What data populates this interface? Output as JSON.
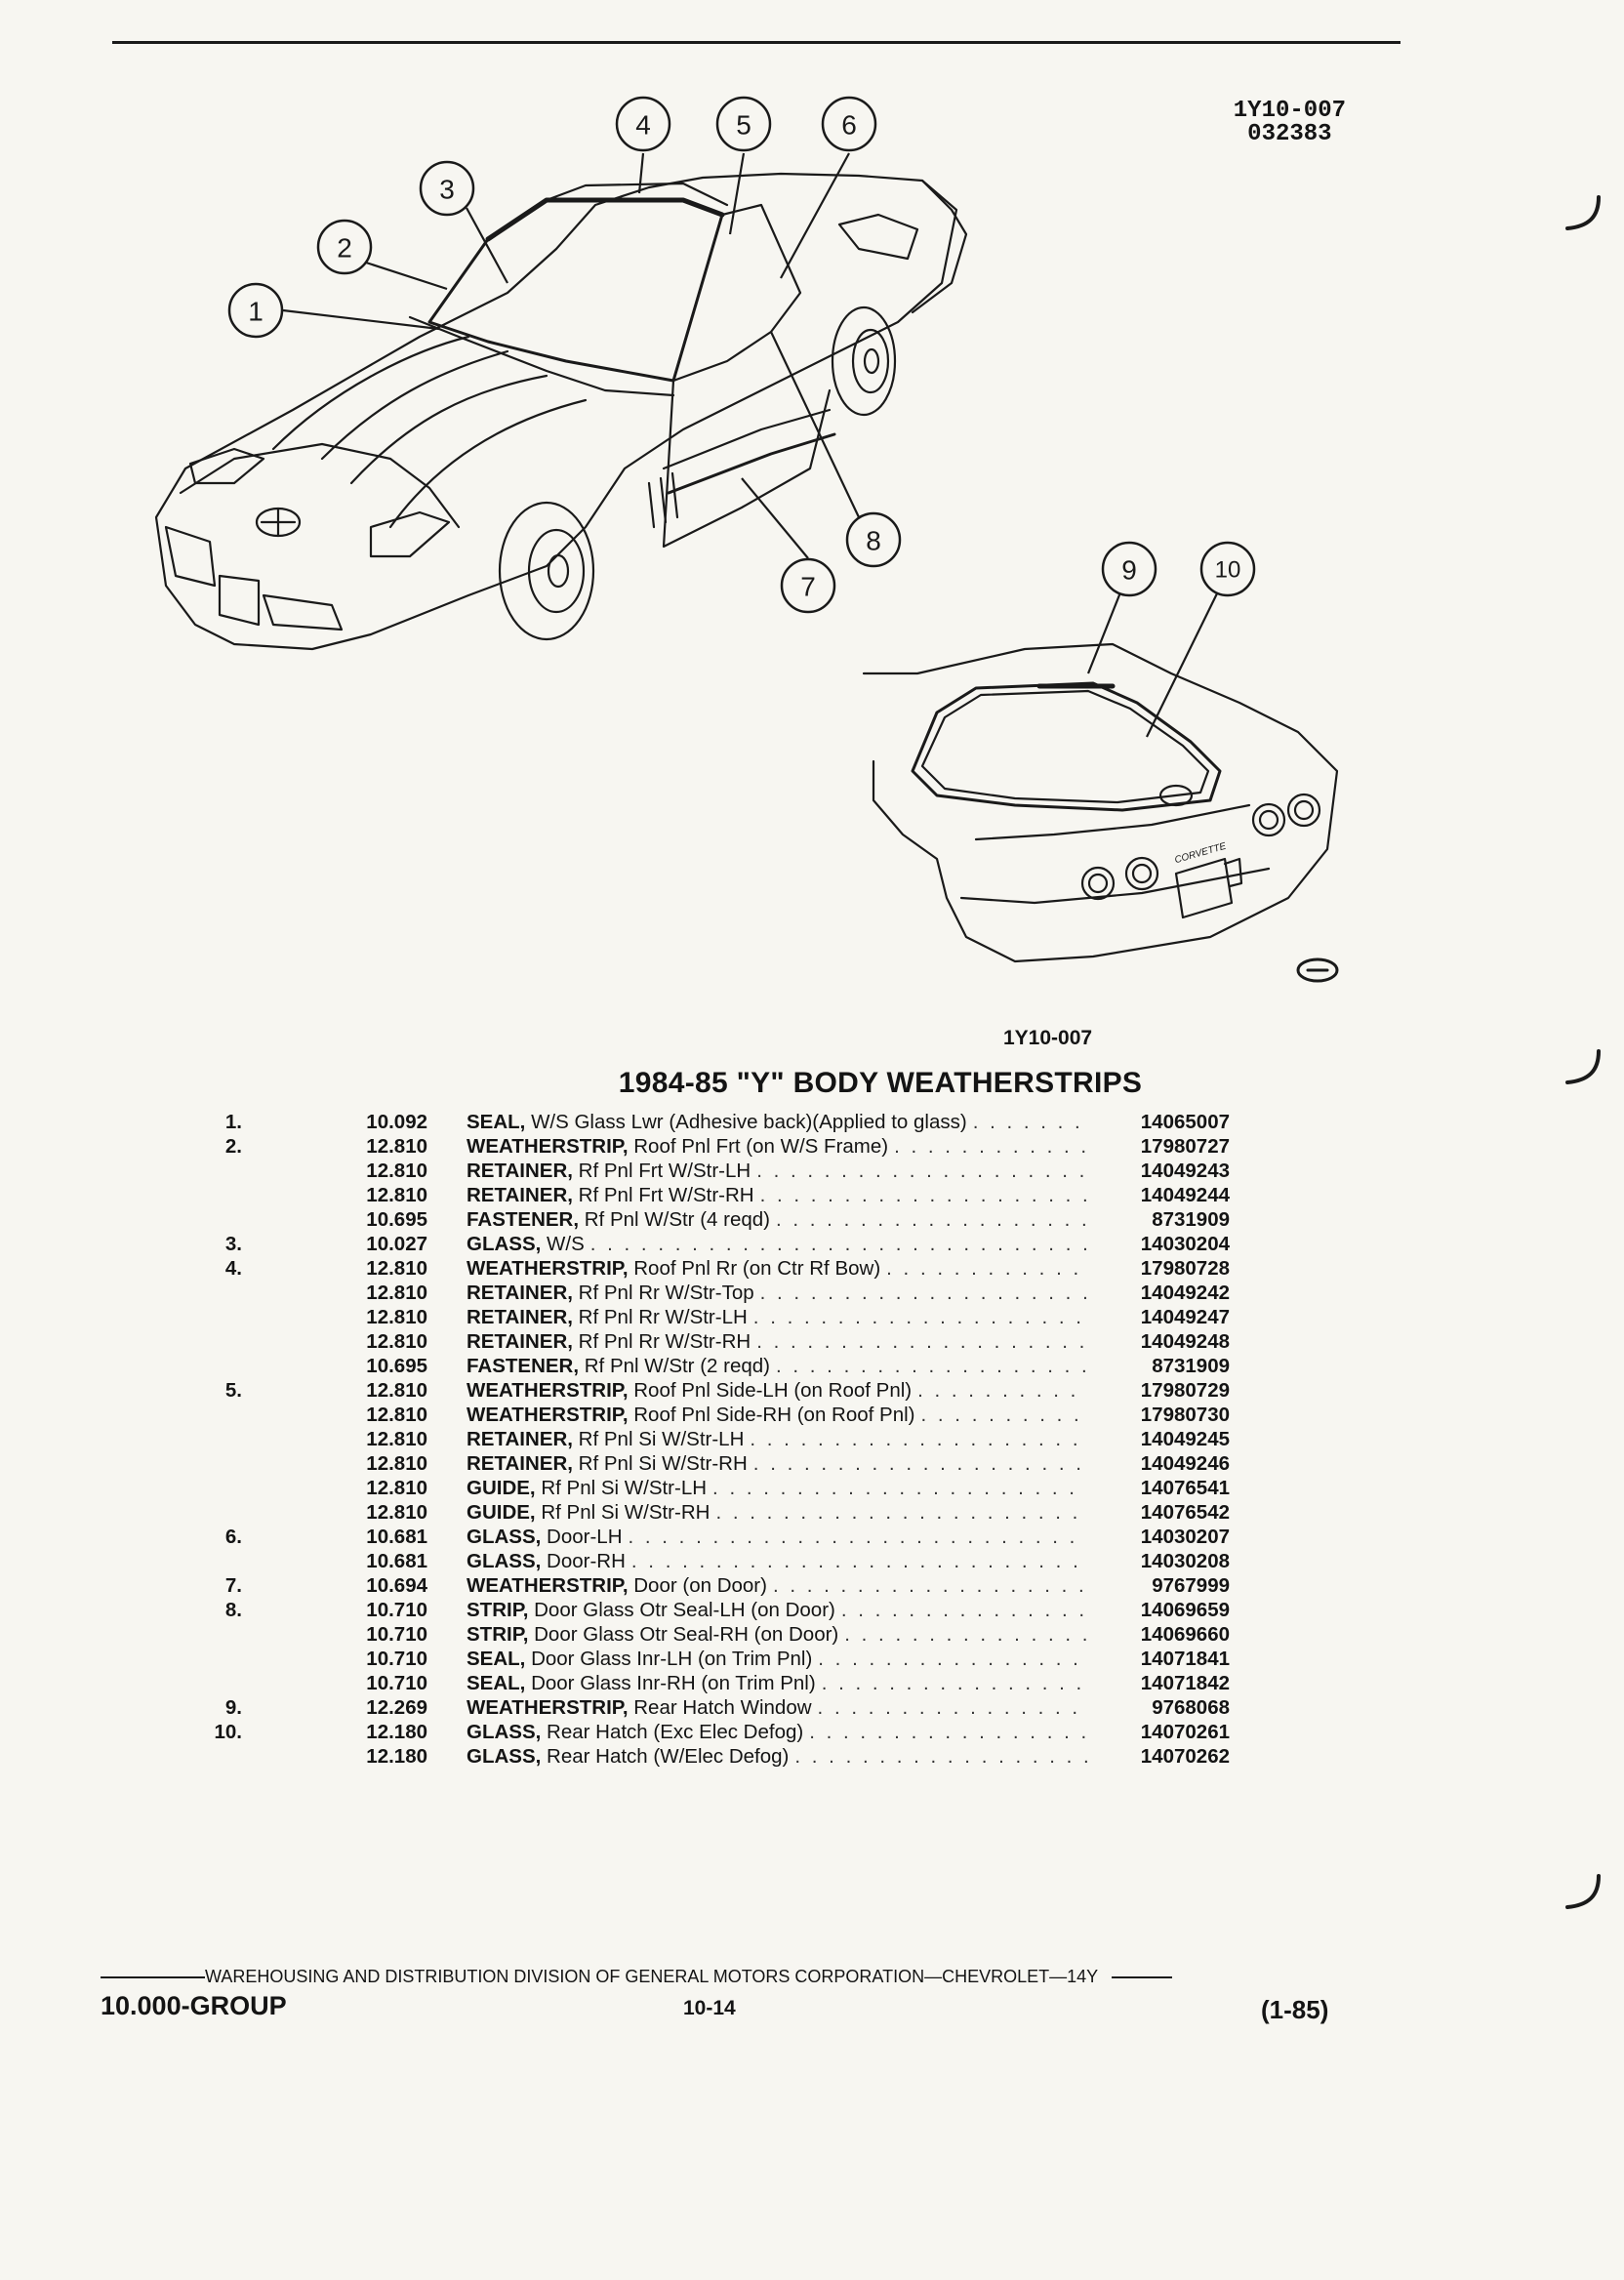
{
  "drawing_code": {
    "line1": "1Y10-007",
    "line2": "032383"
  },
  "figure": {
    "callouts": [
      "1",
      "2",
      "3",
      "4",
      "5",
      "6",
      "7",
      "8",
      "9",
      "10"
    ],
    "caption": "1Y10-007",
    "emblem_text": "CORVETTE"
  },
  "title": "1984-85 \"Y\" BODY WEATHERSTRIPS",
  "parts": [
    {
      "ref": "1.",
      "group": "10.092",
      "name": "SEAL,",
      "desc": "W/S Glass Lwr (Adhesive back)(Applied to glass)",
      "part": "14065007"
    },
    {
      "ref": "2.",
      "group": "12.810",
      "name": "WEATHERSTRIP,",
      "desc": "Roof Pnl Frt (on W/S Frame)",
      "part": "17980727"
    },
    {
      "ref": "",
      "group": "12.810",
      "name": "RETAINER,",
      "desc": "Rf Pnl Frt W/Str-LH",
      "part": "14049243"
    },
    {
      "ref": "",
      "group": "12.810",
      "name": "RETAINER,",
      "desc": "Rf Pnl Frt W/Str-RH",
      "part": "14049244"
    },
    {
      "ref": "",
      "group": "10.695",
      "name": "FASTENER,",
      "desc": "Rf Pnl W/Str (4 reqd)",
      "part": "8731909"
    },
    {
      "ref": "3.",
      "group": "10.027",
      "name": "GLASS,",
      "desc": "W/S",
      "part": "14030204"
    },
    {
      "ref": "4.",
      "group": "12.810",
      "name": "WEATHERSTRIP,",
      "desc": "Roof Pnl Rr (on Ctr Rf Bow)",
      "part": "17980728"
    },
    {
      "ref": "",
      "group": "12.810",
      "name": "RETAINER,",
      "desc": "Rf Pnl Rr W/Str-Top",
      "part": "14049242"
    },
    {
      "ref": "",
      "group": "12.810",
      "name": "RETAINER,",
      "desc": "Rf Pnl Rr W/Str-LH",
      "part": "14049247"
    },
    {
      "ref": "",
      "group": "12.810",
      "name": "RETAINER,",
      "desc": "Rf Pnl Rr W/Str-RH",
      "part": "14049248"
    },
    {
      "ref": "",
      "group": "10.695",
      "name": "FASTENER,",
      "desc": "Rf Pnl W/Str (2 reqd)",
      "part": "8731909"
    },
    {
      "ref": "5.",
      "group": "12.810",
      "name": "WEATHERSTRIP,",
      "desc": "Roof Pnl Side-LH (on Roof Pnl)",
      "part": "17980729"
    },
    {
      "ref": "",
      "group": "12.810",
      "name": "WEATHERSTRIP,",
      "desc": "Roof Pnl Side-RH (on Roof Pnl)",
      "part": "17980730"
    },
    {
      "ref": "",
      "group": "12.810",
      "name": "RETAINER,",
      "desc": "Rf Pnl Si W/Str-LH",
      "part": "14049245"
    },
    {
      "ref": "",
      "group": "12.810",
      "name": "RETAINER,",
      "desc": "Rf Pnl Si W/Str-RH",
      "part": "14049246"
    },
    {
      "ref": "",
      "group": "12.810",
      "name": "GUIDE,",
      "desc": "Rf Pnl Si W/Str-LH",
      "part": "14076541"
    },
    {
      "ref": "",
      "group": "12.810",
      "name": "GUIDE,",
      "desc": "Rf Pnl Si W/Str-RH",
      "part": "14076542"
    },
    {
      "ref": "6.",
      "group": "10.681",
      "name": "GLASS,",
      "desc": "Door-LH",
      "part": "14030207"
    },
    {
      "ref": "",
      "group": "10.681",
      "name": "GLASS,",
      "desc": "Door-RH",
      "part": "14030208"
    },
    {
      "ref": "7.",
      "group": "10.694",
      "name": "WEATHERSTRIP,",
      "desc": "Door (on Door)",
      "part": "9767999"
    },
    {
      "ref": "8.",
      "group": "10.710",
      "name": "STRIP,",
      "desc": "Door Glass Otr Seal-LH (on Door)",
      "part": "14069659"
    },
    {
      "ref": "",
      "group": "10.710",
      "name": "STRIP,",
      "desc": "Door Glass Otr Seal-RH (on Door)",
      "part": "14069660"
    },
    {
      "ref": "",
      "group": "10.710",
      "name": "SEAL,",
      "desc": "Door Glass Inr-LH (on Trim Pnl)",
      "part": "14071841"
    },
    {
      "ref": "",
      "group": "10.710",
      "name": "SEAL,",
      "desc": "Door Glass Inr-RH (on Trim Pnl)",
      "part": "14071842"
    },
    {
      "ref": "9.",
      "group": "12.269",
      "name": "WEATHERSTRIP,",
      "desc": "Rear Hatch Window",
      "part": "9768068"
    },
    {
      "ref": "10.",
      "group": "12.180",
      "name": "GLASS,",
      "desc": "Rear Hatch (Exc Elec Defog)",
      "part": "14070261"
    },
    {
      "ref": "",
      "group": "12.180",
      "name": "GLASS,",
      "desc": "Rear Hatch (W/Elec Defog)",
      "part": "14070262"
    }
  ],
  "footer": {
    "division": "WAREHOUSING AND DISTRIBUTION DIVISION OF GENERAL MOTORS CORPORATION—CHEVROLET—14Y",
    "group": "10.000-GROUP",
    "page": "10-14",
    "date": "(1-85)"
  }
}
